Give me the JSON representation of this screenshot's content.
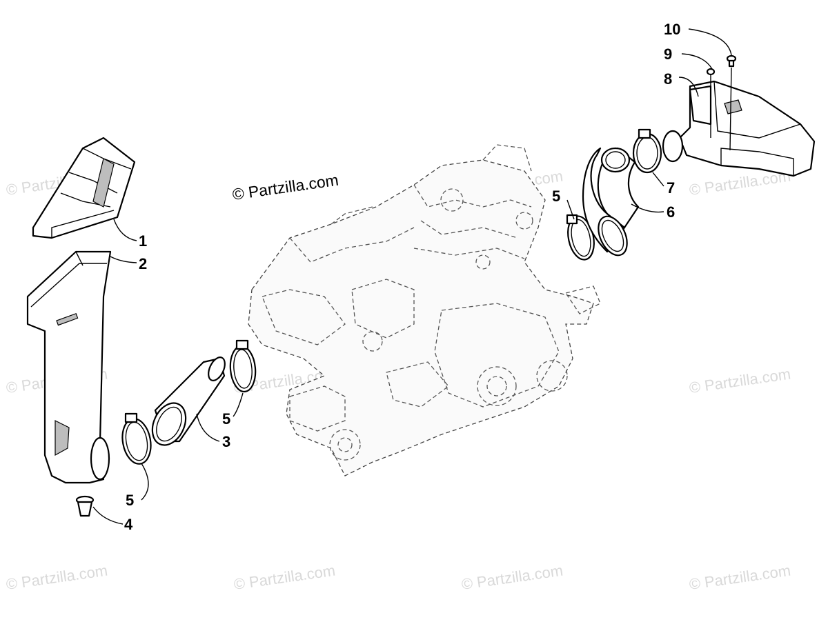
{
  "diagram": {
    "copyright": "© Partzilla.com",
    "watermark_text": "© Partzilla.com",
    "callouts": [
      {
        "id": "1",
        "label": "1"
      },
      {
        "id": "2",
        "label": "2"
      },
      {
        "id": "3",
        "label": "3"
      },
      {
        "id": "4",
        "label": "4"
      },
      {
        "id": "5a",
        "label": "5"
      },
      {
        "id": "5b",
        "label": "5"
      },
      {
        "id": "5c",
        "label": "5"
      },
      {
        "id": "6",
        "label": "6"
      },
      {
        "id": "7",
        "label": "7"
      },
      {
        "id": "8",
        "label": "8"
      },
      {
        "id": "9",
        "label": "9"
      },
      {
        "id": "10",
        "label": "10"
      }
    ]
  }
}
